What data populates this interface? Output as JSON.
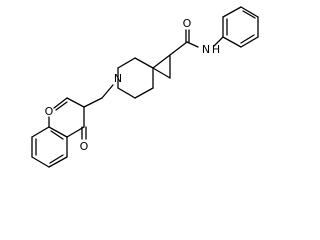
{
  "molecule": {
    "atom_labels": {
      "carbonyl_oxygen_amide": "O",
      "amide_nitrogen": "N",
      "amide_hydrogen": "H",
      "piperidine_nitrogen": "N",
      "ring_oxygen": "O",
      "ketone_oxygen": "O"
    },
    "colors": {
      "bond": "#000000",
      "background": "#ffffff"
    }
  }
}
